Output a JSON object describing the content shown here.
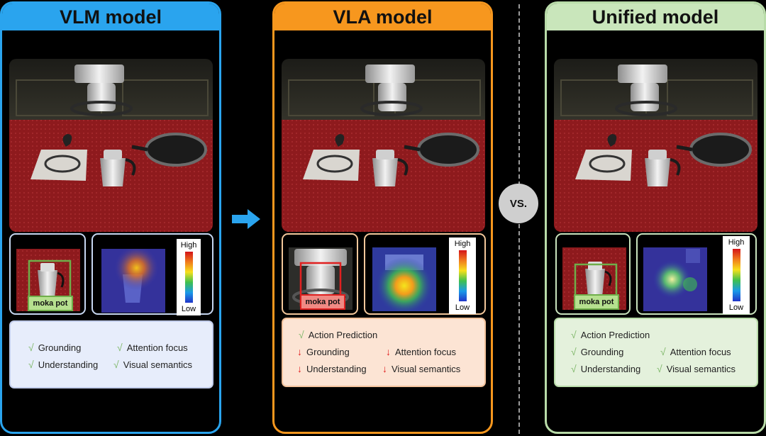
{
  "panels": {
    "vlm": {
      "title": "VLM model",
      "tag": "moka pot",
      "scale_high": "High",
      "scale_low": "Low",
      "legend": [
        {
          "mark": "√",
          "label": "Grounding"
        },
        {
          "mark": "√",
          "label": "Attention focus"
        },
        {
          "mark": "√",
          "label": "Understanding"
        },
        {
          "mark": "√",
          "label": "Visual semantics"
        }
      ]
    },
    "vla": {
      "title": "VLA model",
      "tag": "moka pot",
      "scale_high": "High",
      "scale_low": "Low",
      "legend": [
        {
          "mark": "√",
          "label": "Action Prediction"
        },
        {
          "mark": "↓",
          "label": "Grounding"
        },
        {
          "mark": "↓",
          "label": "Attention focus"
        },
        {
          "mark": "↓",
          "label": "Understanding"
        },
        {
          "mark": "↓",
          "label": "Visual semantics"
        }
      ]
    },
    "unified": {
      "title": "Unified model",
      "tag": "moka pot",
      "scale_high": "High",
      "scale_low": "Low",
      "legend": [
        {
          "mark": "√",
          "label": "Action Prediction"
        },
        {
          "mark": "√",
          "label": "Grounding"
        },
        {
          "mark": "√",
          "label": "Attention focus"
        },
        {
          "mark": "√",
          "label": "Understanding"
        },
        {
          "mark": "√",
          "label": "Visual semantics"
        }
      ]
    }
  },
  "vs_label": "VS.",
  "colors": {
    "vlm": "#2aa4ee",
    "vla": "#f7971e",
    "unified": "#c9e6bb",
    "check": "#7fb86a",
    "down_arrow": "#e11d1d",
    "grounding_box_good": "#6fae4a",
    "grounding_box_bad": "#e02020"
  }
}
